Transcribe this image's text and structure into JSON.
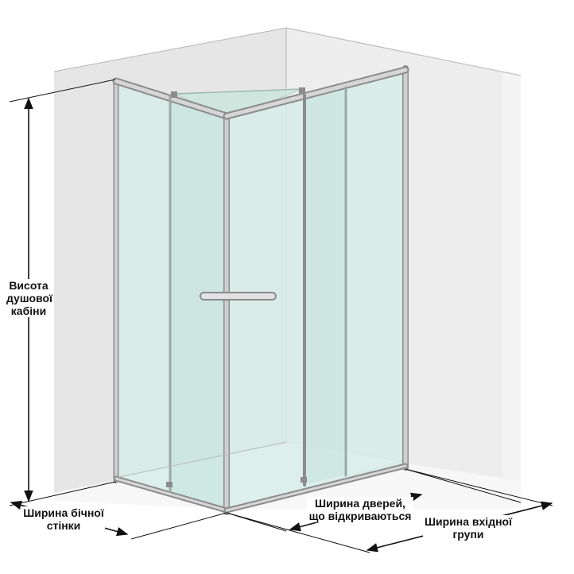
{
  "labels": {
    "height": [
      "Висота",
      "душової",
      "кабіни"
    ],
    "side_width": [
      "Ширина бічної",
      "стінки"
    ],
    "door_width": [
      "Ширина дверей,",
      "що відкриваються"
    ],
    "entry_width": [
      "Ширина вхідної",
      "групи"
    ]
  },
  "colors": {
    "wall": "#e6e6e6",
    "wall_edge": "#b5b5b5",
    "floor": "#f7f7f7",
    "glass": "#d6ece6",
    "glass_dark": "#c3e2da",
    "frame": "#c8c8c8",
    "frame_edge": "#8c8c8c",
    "dimension": "#111111"
  }
}
